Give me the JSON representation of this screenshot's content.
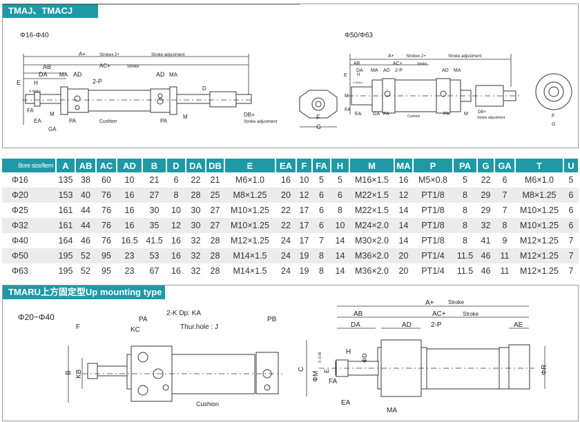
{
  "section1": {
    "title": "TMAJ、TMACJ",
    "left_drawing": {
      "caption": "Φ16-Φ40",
      "labels": {
        "a": "A+",
        "strokex2": "Strokex 2+",
        "stroke_adj": "Stroke adjustment",
        "ab": "AB",
        "ac": "AC+",
        "stroke": "Stroke",
        "da": "DA",
        "ma": "MA",
        "ad": "AD",
        "ad2": "AD",
        "ma2": "MA",
        "p": "2-P",
        "e": "E",
        "h": "H",
        "sides": "2-Sides",
        "fa": "FA",
        "ea": "EA",
        "ga": "GA",
        "m": "M",
        "pa": "PA",
        "pa2": "PA",
        "cushion": "Cushion",
        "m2": "M",
        "d": "D",
        "db": "DB+",
        "stroke_adj2": "Stroke adjustment"
      }
    },
    "right_drawing": {
      "caption": "Φ50/Φ63",
      "labels": {
        "a": "A+",
        "strokex2": "Strokex 2+",
        "stroke_adj": "Stroke adjustment",
        "ab": "AB",
        "ac": "AC+",
        "stroke": "Stroke",
        "da": "DA",
        "ma": "MA",
        "ad": "AD",
        "p": "2-P",
        "ad2": "AD",
        "ma2": "MA",
        "e": "E",
        "h": "H",
        "sides": "4-Sides",
        "m": "M",
        "fa": "FA",
        "ea": "EA",
        "ga": "GA",
        "pa": "PA",
        "cushion": "Cushion",
        "pa2": "PA",
        "m2": "M",
        "db": "DB+",
        "stroke_adj2": "Stroke adjustment",
        "f": "F",
        "g": "G",
        "f2": "F",
        "g2": "G"
      }
    }
  },
  "table": {
    "headers": [
      "Bore size/Item",
      "A",
      "AB",
      "AC",
      "AD",
      "B",
      "D",
      "DA",
      "DB",
      "E",
      "EA",
      "F",
      "FA",
      "H",
      "M",
      "MA",
      "P",
      "PA",
      "G",
      "GA",
      "T",
      "U"
    ],
    "rows": [
      [
        "Φ16",
        "135",
        "38",
        "60",
        "10",
        "21",
        "6",
        "22",
        "21",
        "M6×1.0",
        "16",
        "10",
        "5",
        "5",
        "M16×1.5",
        "16",
        "M5×0.8",
        "5",
        "22",
        "6",
        "M6×1.0",
        "5"
      ],
      [
        "Φ20",
        "153",
        "40",
        "76",
        "16",
        "27",
        "8",
        "28",
        "25",
        "M8×1.25",
        "20",
        "12",
        "6",
        "6",
        "M22×1.5",
        "12",
        "PT1/8",
        "8",
        "29",
        "7",
        "M8×1.25",
        "6"
      ],
      [
        "Φ25",
        "161",
        "44",
        "76",
        "16",
        "30",
        "10",
        "30",
        "27",
        "M10×1.25",
        "22",
        "17",
        "6",
        "8",
        "M22×1.5",
        "14",
        "PT1/8",
        "8",
        "29",
        "7",
        "M10×1.25",
        "6"
      ],
      [
        "Φ32",
        "161",
        "44",
        "76",
        "16",
        "35",
        "12",
        "30",
        "27",
        "M10×1.25",
        "22",
        "17",
        "6",
        "10",
        "M24×2.0",
        "14",
        "PT1/8",
        "8",
        "32",
        "8",
        "M10×1.25",
        "6"
      ],
      [
        "Φ40",
        "164",
        "46",
        "76",
        "16.5",
        "41.5",
        "16",
        "32",
        "28",
        "M12×1.25",
        "24",
        "17",
        "7",
        "14",
        "M30×2.0",
        "14",
        "PT1/8",
        "8",
        "41",
        "9",
        "M12×1.25",
        "7"
      ],
      [
        "Φ50",
        "195",
        "52",
        "95",
        "23",
        "53",
        "16",
        "32",
        "28",
        "M14×1.5",
        "24",
        "19",
        "8",
        "14",
        "M36×2.0",
        "20",
        "PT1/4",
        "11.5",
        "46",
        "11",
        "M12×1.25",
        "7"
      ],
      [
        "Φ63",
        "195",
        "52",
        "95",
        "23",
        "67",
        "16",
        "32",
        "28",
        "M14×1.5",
        "24",
        "19",
        "8",
        "14",
        "M36×2.0",
        "20",
        "PT1/4",
        "11.5",
        "46",
        "11",
        "M12×1.25",
        "7"
      ]
    ]
  },
  "section2": {
    "title": "TMARU上方固定型Up mounting type",
    "left_drawing": {
      "caption": "Φ20~Φ40",
      "labels": {
        "pa": "PA",
        "k": "2-K  Dp: KA",
        "thru": "Thur.hole : J",
        "pb": "PB",
        "f": "F",
        "kc": "KC",
        "b": "B",
        "kb": "KB",
        "cushion": "Cushion"
      }
    },
    "right_drawing": {
      "labels": {
        "a": "A+",
        "stroke": "Stroke",
        "ac": "AC+",
        "stroke2": "Stroke",
        "ab": "AB",
        "da": "DA",
        "ad": "AD",
        "p": "2-P",
        "ae": "AE",
        "h": "H",
        "d": "ΦD",
        "c": "C",
        "m": "ΦM",
        "tol": "0 -0.05",
        "e": "E",
        "fa": "FA",
        "ea": "EA",
        "ma": "MA",
        "r": "ΦR"
      }
    }
  },
  "colors": {
    "accent": "#1d9aa6",
    "row_alt": "#ececec"
  }
}
